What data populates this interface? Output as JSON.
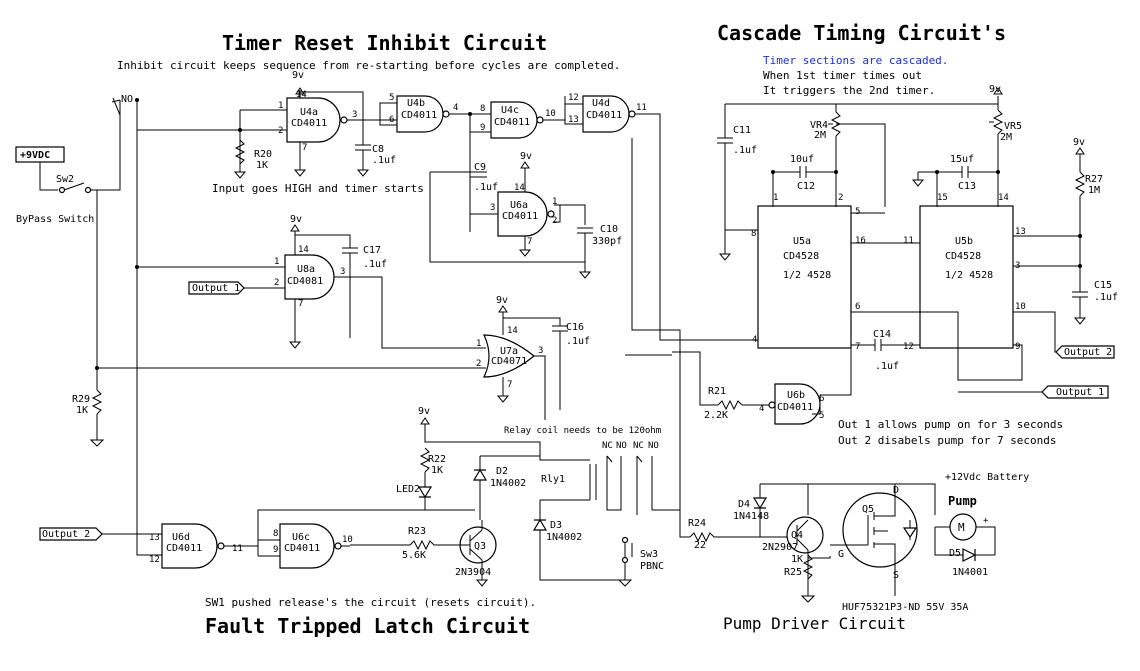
{
  "titles": {
    "timer_reset": "Timer Reset Inhibit Circuit",
    "cascade": "Cascade Timing Circuit's",
    "fault_latch": "Fault Tripped Latch Circuit",
    "pump_driver": "Pump Driver Circuit"
  },
  "notes": {
    "inhibit": "Inhibit circuit keeps sequence from re-starting before cycles are completed.",
    "cascaded": "Timer sections are cascaded.",
    "when1": "When 1st timer times out",
    "it_triggers": "It triggers the 2nd timer.",
    "input_high": "Input goes HIGH and timer starts",
    "relay_coil": "Relay coil needs to be 120ohm",
    "out1": "Out 1 allows pump on for 3 seconds",
    "out2": "Out 2 disabels pump for 7 seconds",
    "sw1": "SW1 pushed release's the circuit (resets circuit)."
  },
  "supplies": {
    "plus9vdc": "+9VDC",
    "v9": "9v",
    "battery12": "+12Vdc Battery"
  },
  "switches": {
    "sw2": "Sw2",
    "bypass": "ByPass Switch",
    "no": "NO",
    "sw3": "Sw3",
    "pbnc": "PBNC"
  },
  "ports": {
    "output1": "Output 1",
    "output2": "Output 2"
  },
  "gates": {
    "u4a": "U4a",
    "u4b": "U4b",
    "u4c": "U4c",
    "u4d": "U4d",
    "cd4011": "CD4011",
    "u6a": "U6a",
    "u6b": "U6b",
    "u6c": "U6c",
    "u6d": "U6d",
    "u8a": "U8a",
    "cd4081": "CD4081",
    "u7a": "U7a",
    "cd4071": "CD4071"
  },
  "timers": {
    "u5a": "U5a",
    "u5b": "U5b",
    "cd4528": "CD4528",
    "half": "1/2 4528"
  },
  "components": {
    "r20": "R20",
    "r20v": "1K",
    "c8": "C8",
    "c8v": ".1uf",
    "c9": "C9",
    "c9v": ".1uf",
    "c10": "C10",
    "c10v": "330pf",
    "c17": "C17",
    "c17v": ".1uf",
    "c16": "C16",
    "c16v": ".1uf",
    "r29": "R29",
    "r29v": "1K",
    "c11": "C11",
    "c11v": ".1uf",
    "vr4": "VR4",
    "vr4v": "2M",
    "vr5": "VR5",
    "vr5v": "2M",
    "c12": "C12",
    "c12v": "10uf",
    "c13": "C13",
    "c13v": "15uf",
    "r27": "R27",
    "r27v": "1M",
    "c15": "C15",
    "c15v": ".1uf",
    "c14": "C14",
    "c14v": ".1uf",
    "r21": "R21",
    "r21v": "2.2K",
    "r22": "R22",
    "r22v": "1K",
    "led2": "LED2",
    "d2": "D2",
    "d2v": "1N4002",
    "d3": "D3",
    "d3v": "1N4002",
    "rly1": "Rly1",
    "nc": "NC",
    "no": "NO",
    "r23": "R23",
    "r23v": "5.6K",
    "q3": "Q3",
    "q3v": "2N3904",
    "r24": "R24",
    "r24v": "22",
    "d4": "D4",
    "d4v": "1N4148",
    "q4": "Q4",
    "q4v": "2N2907",
    "r25": "R25",
    "r25v": "1K",
    "q5": "Q5",
    "q5v": "HUF75321P3-ND 55V 35A",
    "d": "D",
    "g": "G",
    "s": "S",
    "pump": "Pump",
    "m": "M",
    "d5": "D5",
    "d5v": "1N4001"
  },
  "pins": {
    "p1": "1",
    "p2": "2",
    "p3": "3",
    "p4": "4",
    "p5": "5",
    "p6": "6",
    "p7": "7",
    "p8": "8",
    "p9": "9",
    "p10": "10",
    "p11": "11",
    "p12": "12",
    "p13": "13",
    "p14": "14",
    "p15": "15",
    "p16": "16"
  }
}
